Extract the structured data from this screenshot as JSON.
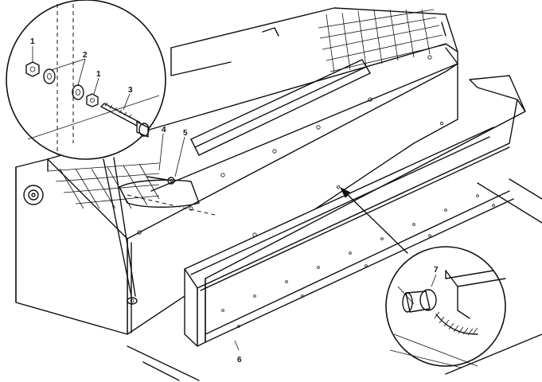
{
  "diagram": {
    "callouts": [
      {
        "id": "c1a",
        "label": "1"
      },
      {
        "id": "c2",
        "label": "2"
      },
      {
        "id": "c1b",
        "label": "1"
      },
      {
        "id": "c3",
        "label": "3"
      },
      {
        "id": "c4",
        "label": "4"
      },
      {
        "id": "c5",
        "label": "5"
      },
      {
        "id": "c6",
        "label": "6"
      },
      {
        "id": "c7",
        "label": "7"
      }
    ]
  }
}
